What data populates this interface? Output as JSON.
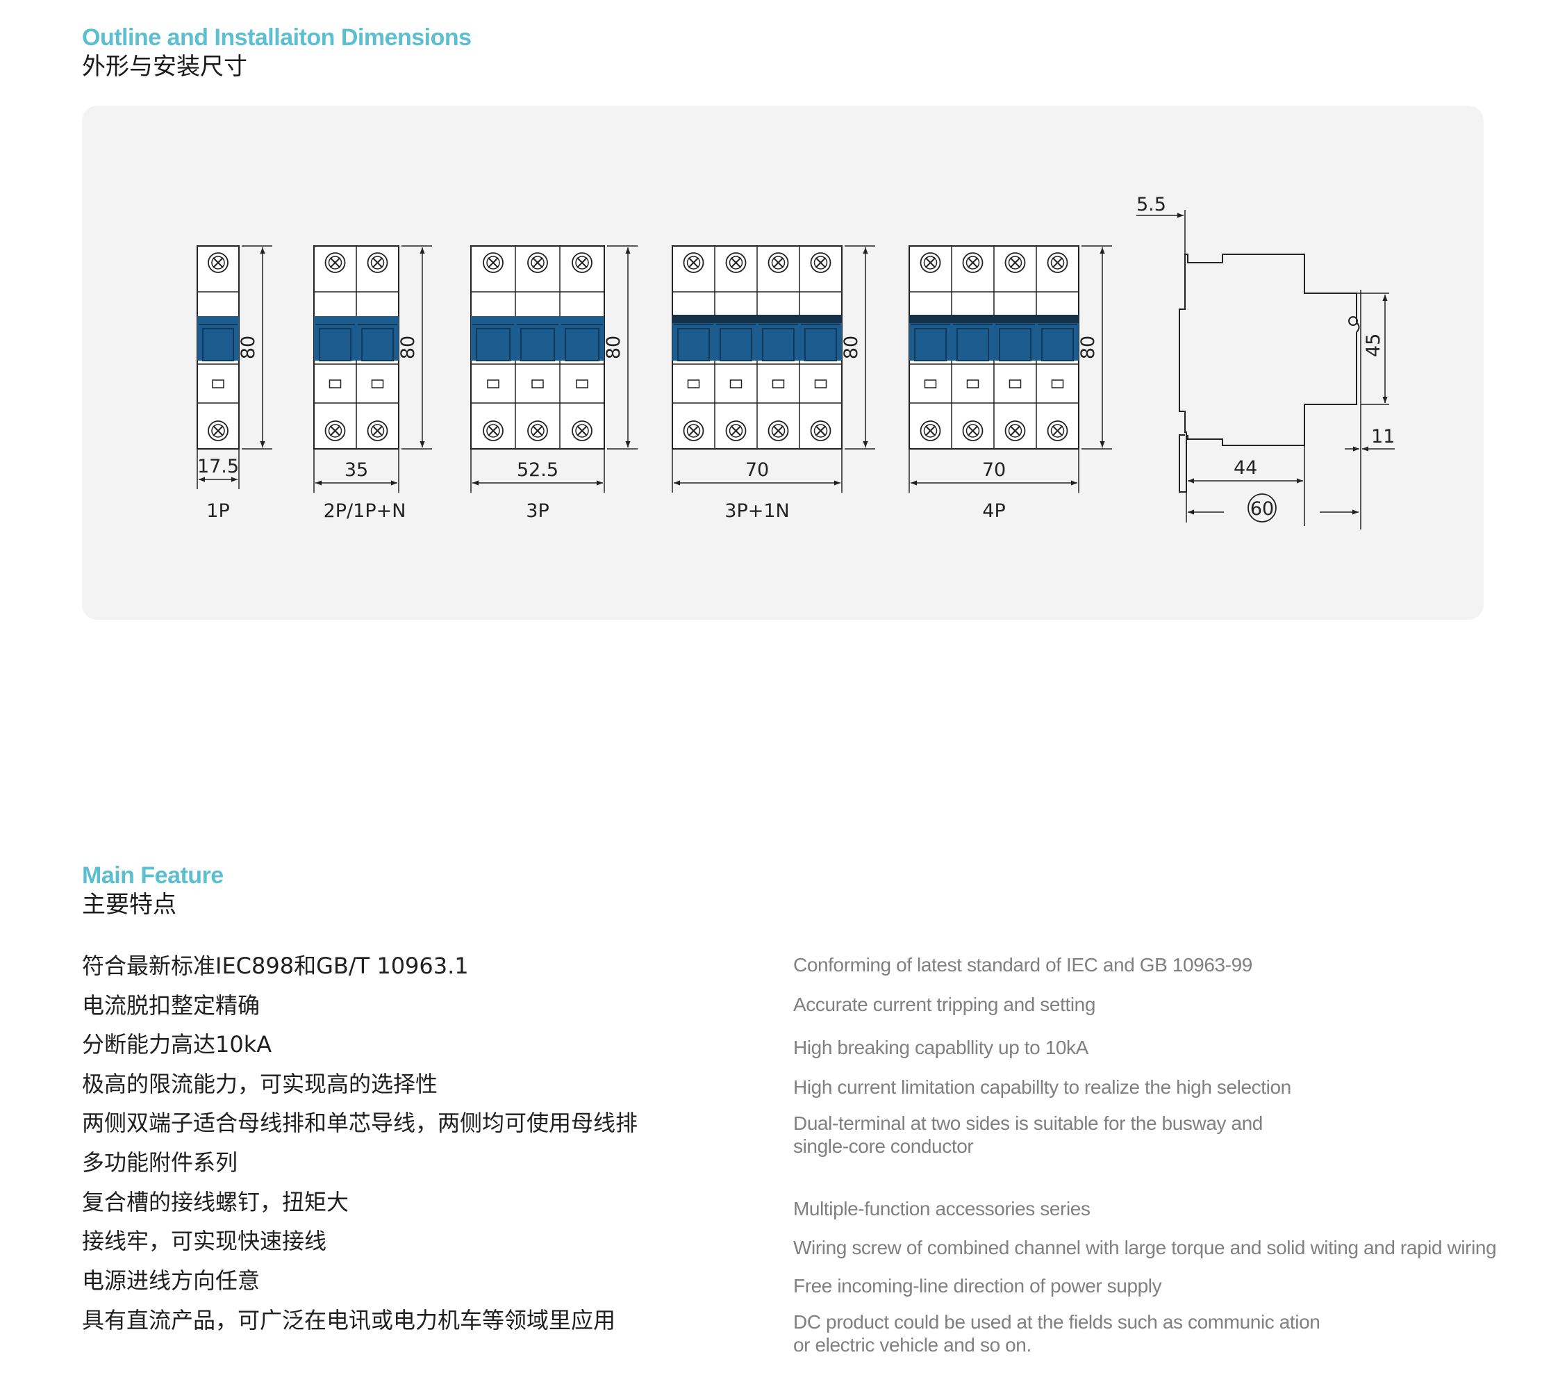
{
  "outline": {
    "title_en": "Outline and Installaiton Dimensions",
    "title_cn": "外形与安装尺寸",
    "drawings": [
      {
        "label": "1P",
        "poles": 1,
        "width_label": "17.5",
        "height_label": "80"
      },
      {
        "label": "2P/1P+N",
        "poles": 2,
        "width_label": "35",
        "height_label": "80"
      },
      {
        "label": "3P",
        "poles": 3,
        "width_label": "52.5",
        "height_label": "80"
      },
      {
        "label": "3P+1N",
        "poles": 4,
        "width_label": "70",
        "height_label": "80"
      },
      {
        "label": "4P",
        "poles": 4,
        "width_label": "70",
        "height_label": "80"
      }
    ],
    "side_view": {
      "top_offset": "5.5",
      "rail_height": "45",
      "rail_offset": "11",
      "depth_front": "44",
      "depth_total": "60"
    },
    "colors": {
      "accent": "#5bbfcf",
      "breaker_blue": "#1d5c8f",
      "panel_bg": "#f3f3f3"
    }
  },
  "features": {
    "title_en": "Main Feature",
    "title_cn": "主要特点",
    "items_cn": [
      "符合最新标准IEC898和GB/T 10963.1",
      "电流脱扣整定精确",
      "分断能力高达10kA",
      "极高的限流能力，可实现高的选择性",
      "两侧双端子适合母线排和单芯导线，两侧均可使用母线排",
      "多功能附件系列",
      "复合槽的接线螺钉，扭矩大",
      "接线牢，可实现快速接线",
      "电源进线方向任意",
      "具有直流产品，可广泛在电讯或电力机车等领域里应用"
    ],
    "items_en": [
      "Conforming of latest standard of IEC and GB 10963-99",
      "Accurate current tripping and setting",
      "High breaking capabllity up to 10kA",
      "High current limitation capabillty to realize the high selection",
      "Dual-terminal at two sides is suitable for the busway and\nsingle-core conductor",
      "Multiple-function accessories series",
      "Wiring screw of combined channel with large torque and solid witing and rapid wiring",
      "Free incoming-line direction of power supply",
      "DC product could be used at the fields such as communic ation\nor electric vehicle and so on."
    ]
  }
}
